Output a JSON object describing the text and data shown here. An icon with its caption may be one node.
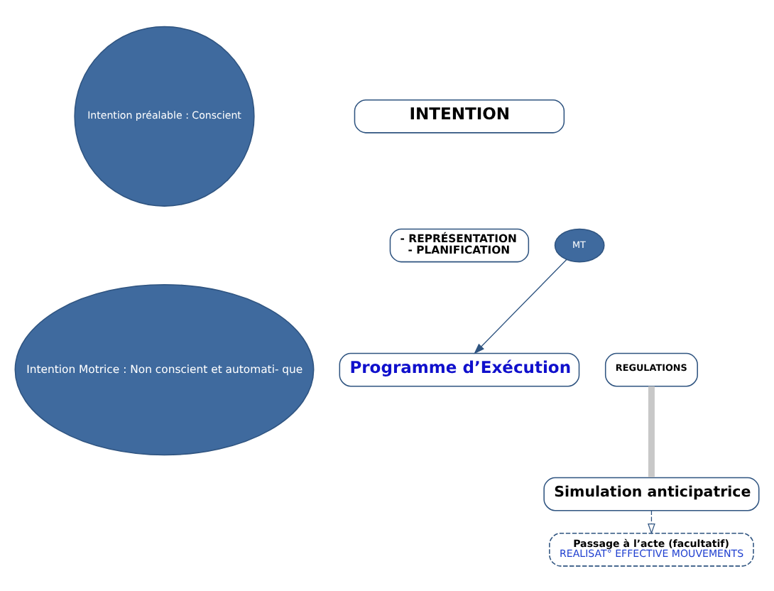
{
  "diagram": {
    "nodes": [
      {
        "text": [
          "Intention préalable : Conscient"
        ]
      },
      {
        "text": [
          "Intention Motrice : Non conscient et automati- que"
        ]
      },
      {
        "text": [
          "INTENTION"
        ]
      },
      {
        "text": [
          "- REPRÉSENTATION",
          "- PLANIFICATION"
        ]
      },
      {
        "text": [
          "Programme d’Exécution"
        ]
      },
      {
        "text": [
          "Simulation anticipatrice"
        ]
      },
      {
        "text": [
          "Passage à l’acte (facultatif)",
          "REALISAT° EFFECTIVE MOUVEMENTS"
        ]
      },
      {
        "text": [
          "MT"
        ]
      },
      {
        "text": [
          "REGULATIONS"
        ]
      }
    ],
    "edges": [
      {
        "from": 7,
        "to": 4,
        "arrow": "to"
      },
      {
        "from": 8,
        "to": 5,
        "arrow": "none",
        "style": "thick",
        "color": "#c8c8c8"
      },
      {
        "from": 5,
        "to": 6,
        "arrow": "to",
        "style": "dashed"
      }
    ]
  }
}
